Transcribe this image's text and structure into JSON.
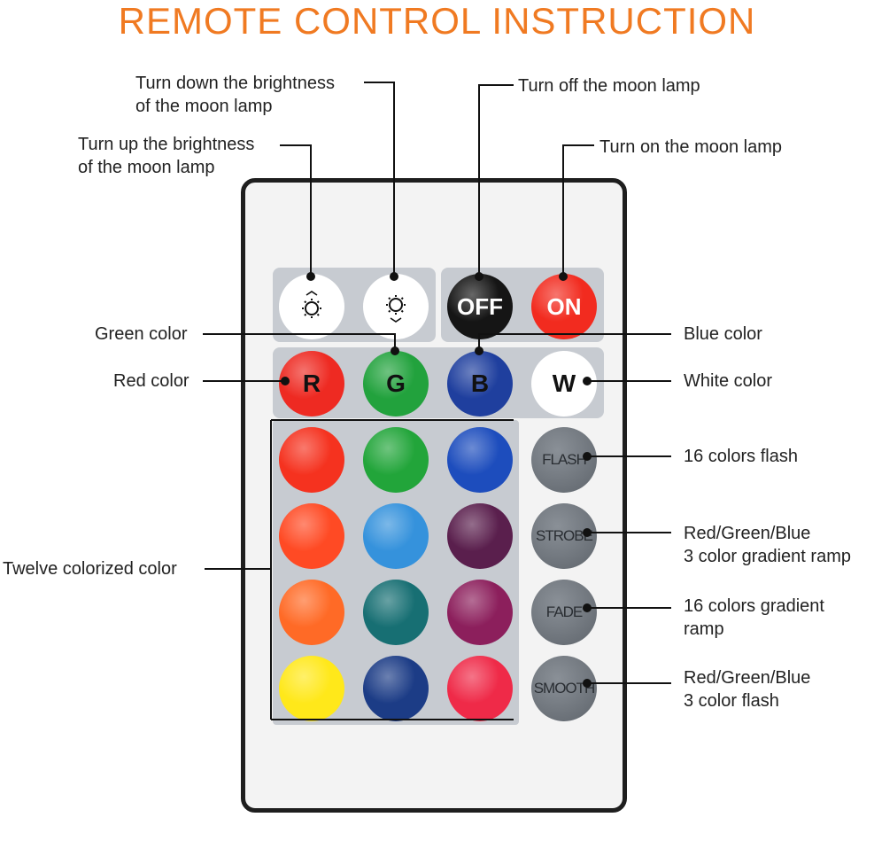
{
  "title": "REMOTE CONTROL INSTRUCTION",
  "labels": {
    "bright_down": "Turn down the brightness\nof the moon lamp",
    "bright_up": "Turn up the brightness\nof the moon lamp",
    "off": "Turn off the moon lamp",
    "on": "Turn on the moon lamp",
    "green": "Green color",
    "red": "Red color",
    "blue": "Blue color",
    "white": "White color",
    "twelve": "Twelve colorized color",
    "flash": "16 colors flash",
    "strobe": "Red/Green/Blue\n3 color gradient ramp",
    "fade": "16 colors gradient\nramp",
    "smooth": "Red/Green/Blue\n3 color flash"
  },
  "buttons": {
    "off": "OFF",
    "on": "ON",
    "r": "R",
    "g": "G",
    "b": "B",
    "w": "W",
    "flash": "FLASH",
    "strobe": "STROBE",
    "fade": "FADE",
    "smooth": "SMOOTH"
  },
  "colors": {
    "accent_title": "#f07a22",
    "red": "#ee2a22",
    "green": "#22a23d",
    "blue": "#1f3f9e",
    "white": "#ffffff",
    "off": "#151515",
    "on": "#f22b1f",
    "grid": [
      "#f5321f",
      "#22a53a",
      "#1d4dbd",
      "#ff4a24",
      "#3592dc",
      "#5a1f4d",
      "#ff6a26",
      "#176f73",
      "#8c1f5c",
      "#ffe81a",
      "#1c3c86",
      "#ef2a48"
    ]
  },
  "icons": [
    "brightness-up-icon",
    "brightness-down-icon"
  ]
}
